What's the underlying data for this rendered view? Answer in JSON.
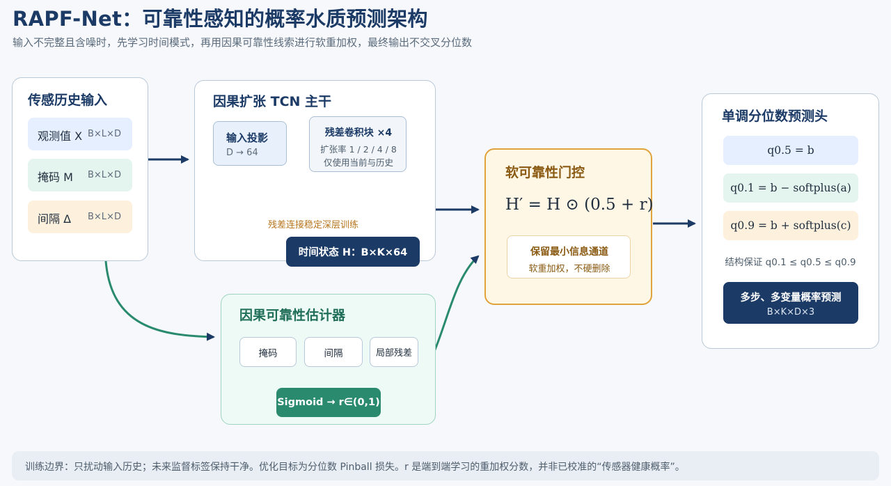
{
  "header": {
    "title": "RAPF-Net：可靠性感知的概率水质预测架构",
    "subtitle": "输入不完整且含噪时，先学习时间模式，再用因果可靠性线索进行软重加权，最终输出不交叉分位数"
  },
  "input_panel": {
    "title": "传感历史输入",
    "items": [
      {
        "label": "观测值 X",
        "dim": "B×L×D"
      },
      {
        "label": "掩码 M",
        "dim": "B×L×D"
      },
      {
        "label": "间隔 Δ",
        "dim": "B×L×D"
      }
    ]
  },
  "tcn_panel": {
    "title": "因果扩张 TCN 主干",
    "proj_title": "输入投影",
    "proj_sub": "D → 64",
    "res_title": "残差卷积块 ×4",
    "res_line1": "扩张率 1 / 2 / 4 / 8",
    "res_line2": "仅使用当前与历史",
    "residual_note": "残差连接稳定深层训练",
    "state_badge": "时间状态 H：B×K×64"
  },
  "reliability_panel": {
    "title": "因果可靠性估计器",
    "cues": [
      "掩码",
      "间隔",
      "局部残差"
    ],
    "sigmoid": "Sigmoid → r∈(0,1)"
  },
  "gate_panel": {
    "title": "软可靠性门控",
    "formula": "H′ = H ⊙ (0.5 + r)",
    "note_title": "保留最小信息通道",
    "note_sub": "软重加权，不硬删除"
  },
  "head_panel": {
    "title": "单调分位数预测头",
    "q50": "q0.5 = b",
    "q10": "q0.1 = b − softplus(a)",
    "q90": "q0.9 = b + softplus(c)",
    "guarantee": "结构保证 q0.1 ≤ q0.5 ≤ q0.9",
    "output_title": "多步、多变量概率预测",
    "output_sub": "B×K×D×3"
  },
  "footer": {
    "text": "训练边界：只扰动输入历史；未来监督标签保持干净。优化目标为分位数 Pinball 损失。r 是端到端学习的重加权分数，并非已校准的“传感器健康概率”。"
  },
  "colors": {
    "navy": "#1b3a66",
    "green": "#2a8a6e",
    "amber": "#e0a23a",
    "dashed": "#e0a848"
  }
}
